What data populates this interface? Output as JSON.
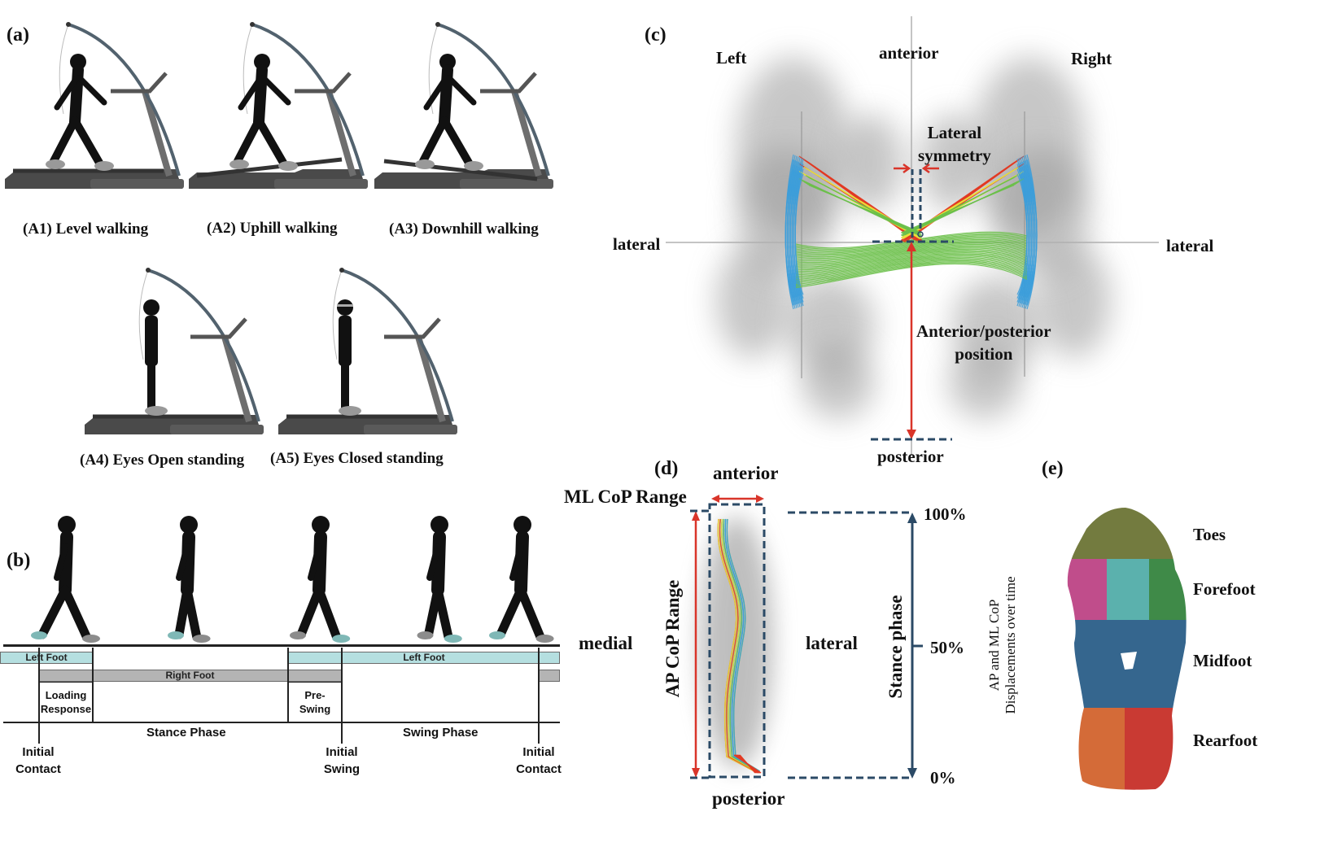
{
  "panel_a": {
    "label": "(a)",
    "conditions": [
      {
        "id": "A1",
        "caption": "(A1) Level walking",
        "posture": "walking",
        "incline": "level"
      },
      {
        "id": "A2",
        "caption": "(A2) Uphill walking",
        "posture": "walking",
        "incline": "uphill"
      },
      {
        "id": "A3",
        "caption": "(A3) Downhill walking",
        "posture": "walking",
        "incline": "downhill"
      },
      {
        "id": "A4",
        "caption": "(A4) Eyes Open standing",
        "posture": "standing",
        "incline": "level"
      },
      {
        "id": "A5",
        "caption": "(A5) Eyes Closed standing",
        "posture": "standing",
        "incline": "level",
        "blindfold": true
      }
    ]
  },
  "panel_b": {
    "label": "(b)",
    "left_foot_label": "Left Foot",
    "right_foot_label": "Right Foot",
    "sub_phases": [
      "Loading Response",
      "Pre-Swing"
    ],
    "loading_response": {
      "line1": "Loading",
      "line2": "Response"
    },
    "pre_swing": {
      "line1": "Pre-",
      "line2": "Swing"
    },
    "stance_phase": "Stance Phase",
    "swing_phase": "Swing Phase",
    "events": [
      {
        "line1": "Initial",
        "line2": "Contact"
      },
      {
        "line1": "Initial",
        "line2": "Swing"
      },
      {
        "line1": "Initial",
        "line2": "Contact"
      }
    ],
    "colors": {
      "left_foot": "#b5dfe0",
      "right_foot": "#b4b4b4",
      "left_shoe": "#7fb8b6",
      "right_shoe": "#8c8c8c"
    }
  },
  "panel_c": {
    "label": "(c)",
    "left": "Left",
    "right": "Right",
    "anterior": "anterior",
    "posterior": "posterior",
    "lateral_left": "lateral",
    "lateral_right": "lateral",
    "lateral_symmetry": {
      "line1": "Lateral",
      "line2": "symmetry"
    },
    "ap_position": {
      "line1": "Anterior/posterior",
      "line2": "position"
    },
    "trace_colors": [
      "#3b9ddb",
      "#6cc04a",
      "#e8e03a",
      "#e23a22"
    ]
  },
  "panel_d": {
    "label": "(d)",
    "anterior": "anterior",
    "posterior": "posterior",
    "medial": "medial",
    "lateral": "lateral",
    "ml_range": "ML CoP Range",
    "ap_range": "AP CoP Range",
    "stance_phase": "Stance phase",
    "ticks": [
      "100%",
      "50%",
      "0%"
    ],
    "side_caption": {
      "line1": "AP and ML CoP",
      "line2": "Displacements over time"
    }
  },
  "panel_e": {
    "label": "(e)",
    "regions": [
      {
        "name": "Toes",
        "colors": [
          "#737b3f"
        ]
      },
      {
        "name": "Forefoot",
        "colors": [
          "#c04d8b",
          "#5bb1ad",
          "#3f8a48"
        ]
      },
      {
        "name": "Midfoot",
        "colors": [
          "#35668e"
        ]
      },
      {
        "name": "Rearfoot",
        "colors": [
          "#d46b38",
          "#c93a33"
        ]
      }
    ]
  }
}
